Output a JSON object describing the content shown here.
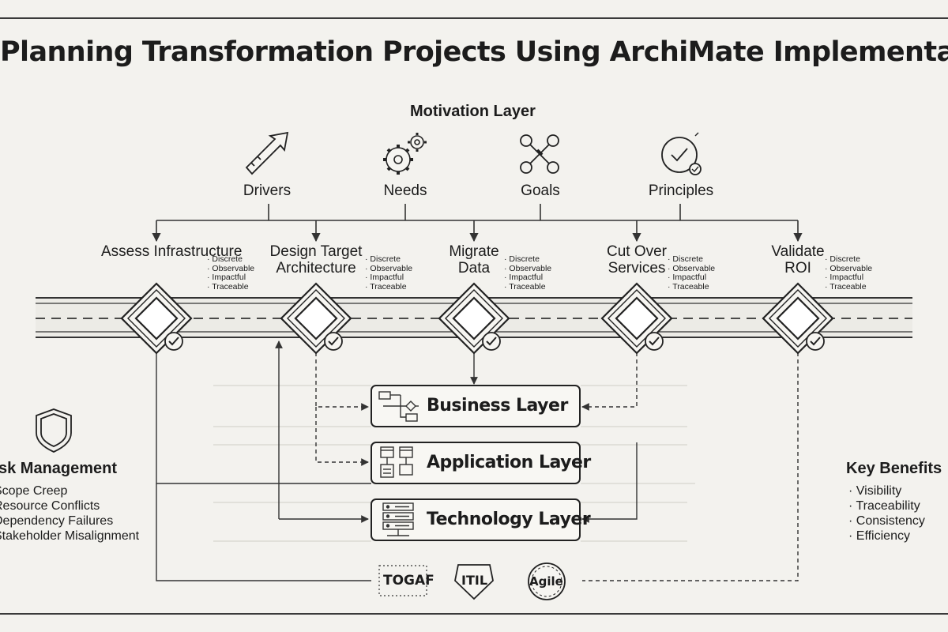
{
  "title": "Planning Transformation Projects Using ArchiMate Implementation Events",
  "motivation": {
    "title": "Motivation Layer",
    "items": [
      {
        "label": "Drivers",
        "icon": "arrow-up-right-icon"
      },
      {
        "label": "Needs",
        "icon": "gears-icon"
      },
      {
        "label": "Goals",
        "icon": "crossed-tools-icon"
      },
      {
        "label": "Principles",
        "icon": "compass-check-icon"
      }
    ]
  },
  "events": [
    {
      "name": "Assess Infrastructure",
      "props": [
        "Discrete",
        "Observable",
        "Impactful",
        "Traceable"
      ]
    },
    {
      "name": "Design Target Architecture",
      "props": [
        "Discrete",
        "Observable",
        "Impactful",
        "Traceable"
      ]
    },
    {
      "name": "Migrate Data",
      "props": [
        "Discrete",
        "Observable",
        "Impactful",
        "Traceable"
      ]
    },
    {
      "name": "Cut Over Services",
      "props": [
        "Discrete",
        "Observable",
        "Impactful",
        "Traceable"
      ]
    },
    {
      "name": "Validate ROI",
      "props": [
        "Discrete",
        "Observable",
        "Impactful",
        "Traceable"
      ]
    }
  ],
  "layers": [
    {
      "label": "Business Layer",
      "icon": "process-flow-icon"
    },
    {
      "label": "Application Layer",
      "icon": "app-components-icon"
    },
    {
      "label": "Technology Layer",
      "icon": "server-stack-icon"
    }
  ],
  "risk": {
    "title": "Risk Management",
    "items": [
      "Scope Creep",
      "Resource Conflicts",
      "Dependency Failures",
      "Stakeholder Misalignment"
    ]
  },
  "benefits": {
    "title": "Key Benefits",
    "items": [
      "Visibility",
      "Traceability",
      "Consistency",
      "Efficiency"
    ]
  },
  "frameworks": [
    "TOGAF",
    "ITIL",
    "Agile"
  ]
}
